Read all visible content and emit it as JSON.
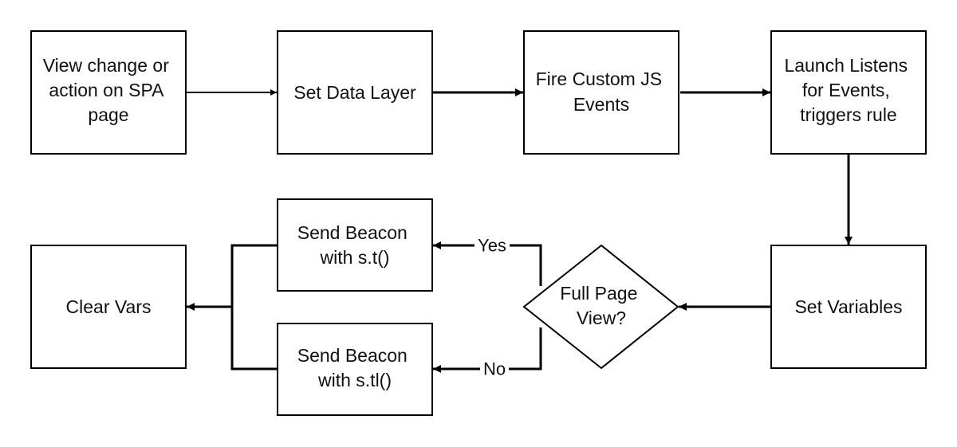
{
  "nodes": {
    "view_change": {
      "lines": [
        "View change or",
        "action on SPA",
        "page"
      ]
    },
    "set_data_layer": {
      "lines": [
        "Set Data Layer"
      ]
    },
    "fire_custom_js": {
      "lines": [
        "Fire Custom JS",
        "Events"
      ]
    },
    "launch_listens": {
      "lines": [
        "Launch Listens",
        "for  Events,",
        "triggers rule"
      ]
    },
    "set_variables": {
      "lines": [
        "Set Variables"
      ]
    },
    "full_page_view": {
      "lines": [
        "Full Page",
        "View?"
      ]
    },
    "send_beacon_t": {
      "lines": [
        "Send Beacon",
        "with s.t()"
      ]
    },
    "send_beacon_tl": {
      "lines": [
        "Send Beacon",
        "with s.tl()"
      ]
    },
    "clear_vars": {
      "lines": [
        "Clear Vars"
      ]
    }
  },
  "edges": {
    "yes": "Yes",
    "no": "No"
  }
}
